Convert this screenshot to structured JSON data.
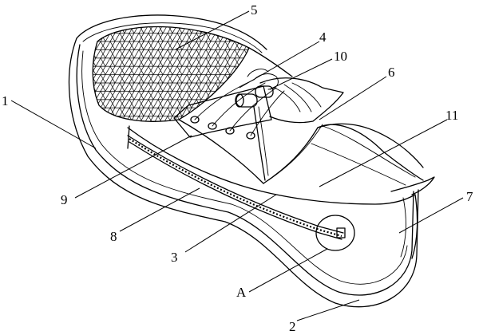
{
  "callouts": [
    {
      "id": "1",
      "text": "1"
    },
    {
      "id": "2",
      "text": "2"
    },
    {
      "id": "3",
      "text": "3"
    },
    {
      "id": "4",
      "text": "4"
    },
    {
      "id": "5",
      "text": "5"
    },
    {
      "id": "6",
      "text": "6"
    },
    {
      "id": "7",
      "text": "7"
    },
    {
      "id": "8",
      "text": "8"
    },
    {
      "id": "9",
      "text": "9"
    },
    {
      "id": "10",
      "text": "10"
    },
    {
      "id": "11",
      "text": "11"
    },
    {
      "id": "A",
      "text": "A"
    }
  ],
  "colors": {
    "line": "#000000",
    "background": "#ffffff"
  }
}
